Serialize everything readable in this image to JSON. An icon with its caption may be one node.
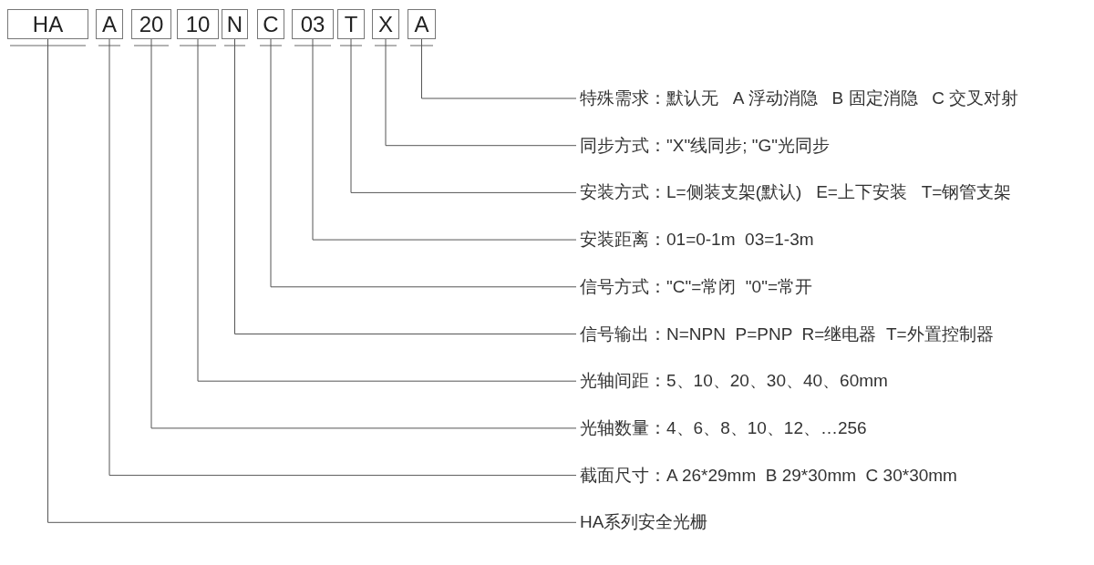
{
  "diagram": {
    "nodes": [
      {
        "text": [
          "HA"
        ]
      },
      {
        "text": [
          "A"
        ]
      },
      {
        "text": [
          "20"
        ]
      },
      {
        "text": [
          "10"
        ]
      },
      {
        "text": [
          "N"
        ]
      },
      {
        "text": [
          "C"
        ]
      },
      {
        "text": [
          "03"
        ]
      },
      {
        "text": [
          "T"
        ]
      },
      {
        "text": [
          "X"
        ]
      },
      {
        "text": [
          "A"
        ]
      },
      {
        "text": [
          "特殊需求：默认无   A 浮动消隐   B 固定消隐   C 交叉对射"
        ]
      },
      {
        "text": [
          "同步方式：\"X\"线同步; \"G\"光同步"
        ]
      },
      {
        "text": [
          "安装方式：L=侧装支架(默认)   E=上下安装   T=钢管支架"
        ]
      },
      {
        "text": [
          "安装距离：01=0-1m  03=1-3m"
        ]
      },
      {
        "text": [
          "信号方式：\"C\"=常闭  \"0\"=常开"
        ]
      },
      {
        "text": [
          "信号输出：N=NPN  P=PNP  R=继电器  T=外置控制器"
        ]
      },
      {
        "text": [
          "光轴间距：5、10、20、30、40、60mm"
        ]
      },
      {
        "text": [
          "光轴数量：4、6、8、10、12、…256"
        ]
      },
      {
        "text": [
          "截面尺寸：A 26*29mm  B 29*30mm  C 30*30mm"
        ]
      },
      {
        "text": [
          "HA系列安全光栅"
        ]
      }
    ],
    "edges": [
      {
        "from": 9,
        "to": 10,
        "arrow": "none"
      },
      {
        "from": 8,
        "to": 11,
        "arrow": "none"
      },
      {
        "from": 7,
        "to": 12,
        "arrow": "none"
      },
      {
        "from": 6,
        "to": 13,
        "arrow": "none"
      },
      {
        "from": 5,
        "to": 14,
        "arrow": "none"
      },
      {
        "from": 4,
        "to": 15,
        "arrow": "none"
      },
      {
        "from": 3,
        "to": 16,
        "arrow": "none"
      },
      {
        "from": 2,
        "to": 17,
        "arrow": "none"
      },
      {
        "from": 1,
        "to": 18,
        "arrow": "none"
      },
      {
        "from": 0,
        "to": 19,
        "arrow": "none"
      }
    ]
  }
}
